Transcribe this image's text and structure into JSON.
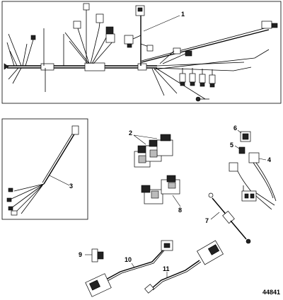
{
  "figure_number": "44841",
  "callouts": [
    {
      "id": "c1",
      "label": "1"
    },
    {
      "id": "c2",
      "label": "2"
    },
    {
      "id": "c3",
      "label": "3"
    },
    {
      "id": "c4",
      "label": "4"
    },
    {
      "id": "c5",
      "label": "5"
    },
    {
      "id": "c6",
      "label": "6"
    },
    {
      "id": "c7",
      "label": "7"
    },
    {
      "id": "c8",
      "label": "8"
    },
    {
      "id": "c9",
      "label": "9"
    },
    {
      "id": "c10",
      "label": "10"
    },
    {
      "id": "c11",
      "label": "11"
    }
  ]
}
